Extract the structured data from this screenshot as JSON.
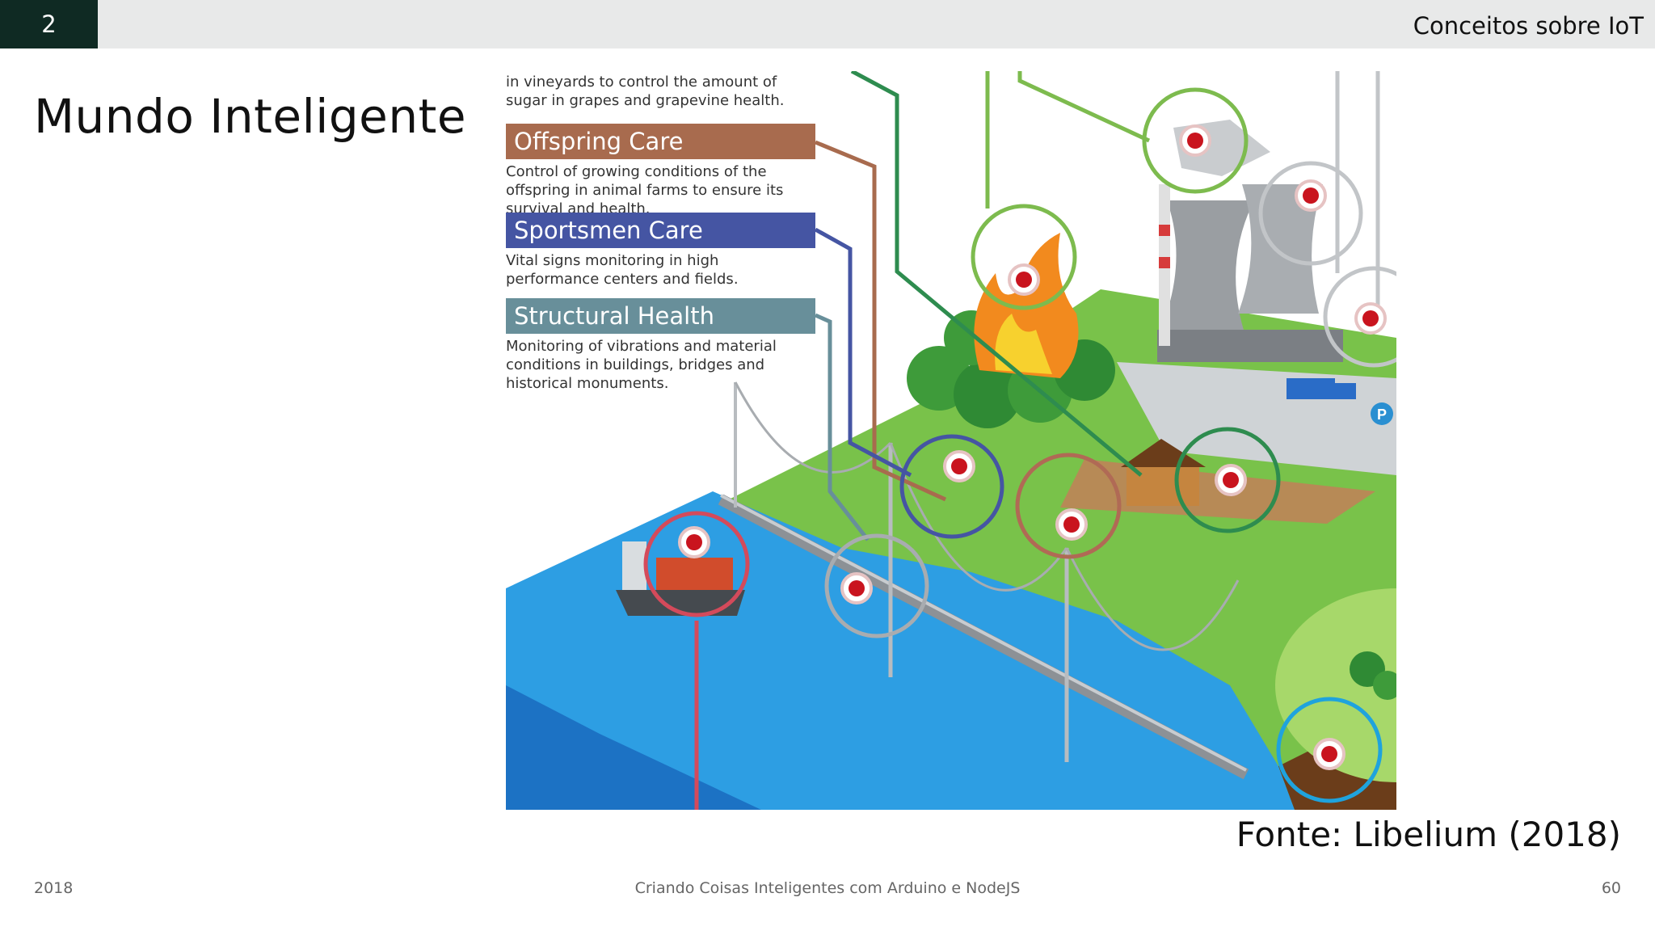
{
  "header": {
    "section_number": "2",
    "title": "Conceitos sobre IoT"
  },
  "slide": {
    "title": "Mundo Inteligente",
    "source": "Fonte: Libelium (2018)"
  },
  "infographic": {
    "intro_text": "in vineyards to control the amount of sugar in grapes and grapevine health.",
    "items": [
      {
        "label": "Offspring Care",
        "description": "Control of growing conditions of the offspring in animal farms to ensure its survival and health.",
        "color": "#a86b4e"
      },
      {
        "label": "Sportsmen Care",
        "description": "Vital signs monitoring in high performance centers and fields.",
        "color": "#4555a3"
      },
      {
        "label": "Structural Health",
        "description": "Monitoring of vibrations and material conditions in buildings, bridges and historical monuments.",
        "color": "#688f9a"
      }
    ],
    "parking_sign": "P"
  },
  "footer": {
    "year": "2018",
    "course": "Criando Coisas Inteligentes com Arduino e NodeJS",
    "page": "60"
  }
}
